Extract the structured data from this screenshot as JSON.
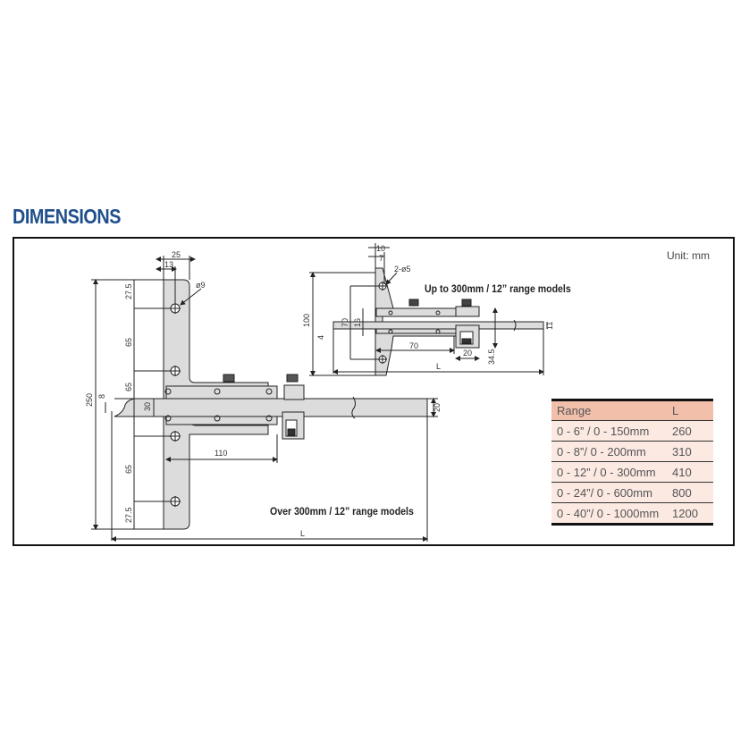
{
  "header": {
    "title": "DIMENSIONS"
  },
  "unit_label": "Unit: mm",
  "captions": {
    "small_model": "Up to 300mm / 12” range models",
    "large_model": "Over 300mm / 12” range models"
  },
  "large_drawing_dims": {
    "top_width": "25",
    "top_offset": "13",
    "hole_dia": "ø9",
    "total_height": "250",
    "seg_top": "27.5",
    "seg_upper": "65",
    "seg_mid_upper": "65",
    "slot": "30",
    "base_thickness": "8",
    "seg_lower": "65",
    "seg_bottom": "27.5",
    "reach": "110",
    "rule_width": "20",
    "length": "L"
  },
  "small_drawing_dims": {
    "top_width": "10",
    "top_offset": "7",
    "holes": "2-ø5",
    "total_height": "100",
    "hole_span": "70",
    "slot": "16",
    "base_thickness": "4",
    "reach": "70",
    "slider_width": "20",
    "slider_drop": "34.5",
    "rule_width": "11",
    "length": "L"
  },
  "range_table": {
    "headers": [
      "Range",
      "L"
    ],
    "rows": [
      [
        "0 - 6” / 0 - 150mm",
        "260"
      ],
      [
        "0 - 8”/ 0 - 200mm",
        "310"
      ],
      [
        "0 - 12” / 0 - 300mm",
        "410"
      ],
      [
        "0 - 24”/ 0 - 600mm",
        "800"
      ],
      [
        "0 - 40”/ 0 - 1000mm",
        "1200"
      ]
    ]
  },
  "colors": {
    "title": "#1f4f8c",
    "part_fill": "#dcdcdc",
    "table_header": "#f2bfab",
    "table_row": "#fbe9e2"
  }
}
